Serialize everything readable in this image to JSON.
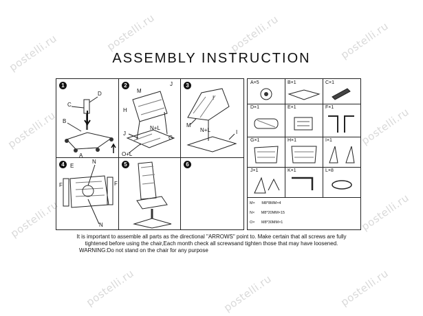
{
  "watermark": "postelli.ru",
  "title": "ASSEMBLY INSTRUCTION",
  "steps": [
    {
      "num": "1",
      "labels": [
        "A",
        "B",
        "C",
        "D"
      ]
    },
    {
      "num": "2",
      "labels": [
        "M",
        "J",
        "H",
        "N+L",
        "J",
        "G",
        "O+L"
      ]
    },
    {
      "num": "3",
      "labels": [
        "I",
        "M",
        "N+L",
        "I"
      ]
    },
    {
      "num": "4",
      "labels": [
        "E",
        "N",
        "F",
        "F",
        "N"
      ]
    },
    {
      "num": "5",
      "labels": []
    },
    {
      "num": "6",
      "labels": []
    }
  ],
  "parts": [
    {
      "label": "A×5"
    },
    {
      "label": "B×1"
    },
    {
      "label": "C×1"
    },
    {
      "label": "D×1"
    },
    {
      "label": "E×1"
    },
    {
      "label": "F×1"
    },
    {
      "label": "G×1"
    },
    {
      "label": "H×1"
    },
    {
      "label": "I×1"
    },
    {
      "label": "J×1"
    },
    {
      "label": "K×1"
    },
    {
      "label": "L×8"
    }
  ],
  "hardware": [
    {
      "code": "M×",
      "spec": "M8*8MM×4"
    },
    {
      "code": "N×",
      "spec": "M8*20MM×15"
    },
    {
      "code": "O×",
      "spec": "M8*30MM×1"
    }
  ],
  "notes": {
    "line1": "It is important to assemble all parts as the directional \"ARROWS\" point to. Make certain that all screws are fully",
    "line2": "tightened  before using the chair,Each month check all screwsand tighten those that may have loosened.",
    "line3": "WARNING:Do not stand on the chair for any purpose"
  }
}
